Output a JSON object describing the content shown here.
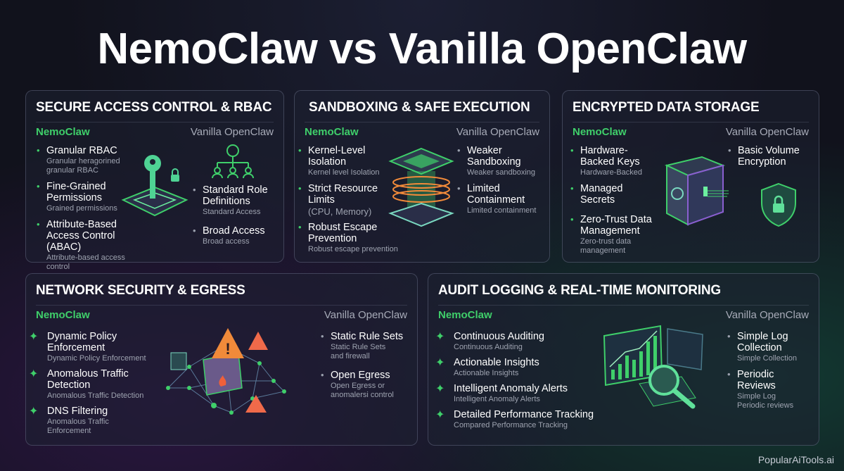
{
  "title": "NemoClaw vs Vanilla OpenClaw",
  "labels": {
    "nemo": "NemoClaw",
    "vanilla": "Vanilla OpenClaw"
  },
  "colors": {
    "accent": "#3fcf6a",
    "background": "#11121c",
    "warning": "#f06a4a"
  },
  "panels": [
    {
      "heading": "SECURE ACCESS CONTROL & RBAC",
      "icon": "key-lock-icon",
      "vanilla_icon": "org-chart-icon",
      "nemo": [
        {
          "main": "Granular RBAC",
          "sub": "Granular heragorined granular RBAC"
        },
        {
          "main": "Fine-Grained Permissions",
          "sub": "Grained permissions"
        },
        {
          "main": "Attribute-Based Access Control (ABAC)",
          "sub": "Attribute-based access control"
        }
      ],
      "vanilla": [
        {
          "main": "Standard Role Definitions",
          "sub": "Standard Access"
        },
        {
          "main": "Broad Access",
          "sub": "Broad access"
        }
      ]
    },
    {
      "heading": "SANDBOXING & SAFE EXECUTION",
      "icon": "sandbox-cube-icon",
      "nemo": [
        {
          "main": "Kernel-Level Isolation",
          "sub": "Kernel level Isolation"
        },
        {
          "main": "Strict Resource Limits",
          "sub": "(CPU, Memory)"
        },
        {
          "main": "Robust Escape Prevention",
          "sub": "Robust escape prevention"
        }
      ],
      "vanilla": [
        {
          "main": "Weaker Sandboxing",
          "sub": "Weaker sandboxing"
        },
        {
          "main": "Limited Containment",
          "sub": "Limited containment"
        }
      ]
    },
    {
      "heading": "ENCRYPTED DATA STORAGE",
      "icon": "safe-vault-icon",
      "vanilla_icon": "shield-lock-icon",
      "nemo": [
        {
          "main": "Hardware-Backed Keys",
          "sub": "Hardware-Backed"
        },
        {
          "main": "Managed Secrets",
          "sub": ""
        },
        {
          "main": "Zero-Trust Data Management",
          "sub": "Zero-trust data management"
        }
      ],
      "vanilla": [
        {
          "main": "Basic Volume Encryption",
          "sub": ""
        }
      ]
    },
    {
      "heading": "NETWORK SECURITY & EGRESS",
      "icon": "firewall-network-icon",
      "nemo": [
        {
          "main": "Dynamic Policy Enforcement",
          "sub": "Dynamic Policy Enforcement"
        },
        {
          "main": "Anomalous Traffic Detection",
          "sub": "Anomalous Traffic Detection"
        },
        {
          "main": "DNS Filtering",
          "sub": "Anomalous Traffic Enforcement"
        }
      ],
      "vanilla": [
        {
          "main": "Static Rule Sets",
          "sub": "Static Rule Sets and firewall"
        },
        {
          "main": "Open Egress",
          "sub": "Open Egress or anomalersi control"
        }
      ]
    },
    {
      "heading": "AUDIT LOGGING & REAL-TIME MONITORING",
      "icon": "dashboard-magnifier-icon",
      "nemo": [
        {
          "main": "Continuous Auditing",
          "sub": "Continuous Auditing"
        },
        {
          "main": "Actionable Insights",
          "sub": "Actionable Insights"
        },
        {
          "main": "Intelligent Anomaly Alerts",
          "sub": "Intelligent Anomaly Alerts"
        },
        {
          "main": "Detailed Performance Tracking",
          "sub": "Compared Performance Tracking"
        }
      ],
      "vanilla": [
        {
          "main": "Simple Log Collection",
          "sub": "Simple Collection"
        },
        {
          "main": "Periodic Reviews",
          "sub": "Simple Log Periodic reviews"
        }
      ]
    }
  ],
  "footer": "PopularAiTools.ai"
}
